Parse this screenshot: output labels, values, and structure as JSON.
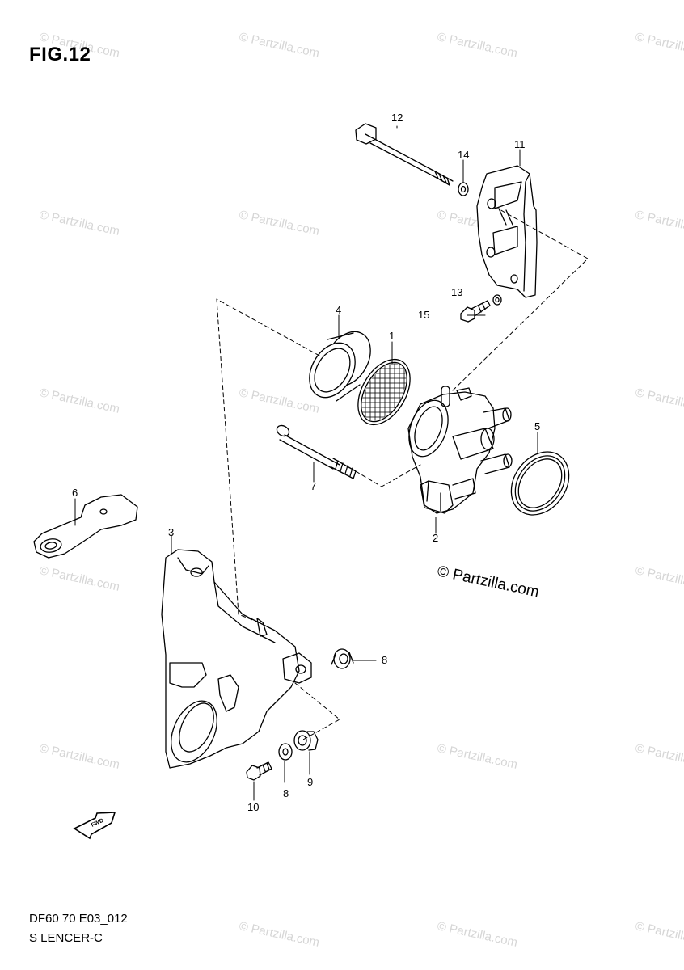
{
  "header": {
    "figure_title": "FIG.12"
  },
  "footer": {
    "diagram_code": "DF60 70 E03_012",
    "diagram_name": "S LENCER-C"
  },
  "watermark": {
    "small_text": "© Partzilla.com",
    "main_text": "© Partzilla.com",
    "color": "#d6d6d6"
  },
  "callouts": [
    {
      "id": "c1",
      "label": "1"
    },
    {
      "id": "c2",
      "label": "2"
    },
    {
      "id": "c3",
      "label": "3"
    },
    {
      "id": "c4",
      "label": "4"
    },
    {
      "id": "c5",
      "label": "5"
    },
    {
      "id": "c6",
      "label": "6"
    },
    {
      "id": "c7",
      "label": "7"
    },
    {
      "id": "c8a",
      "label": "8"
    },
    {
      "id": "c8b",
      "label": "8"
    },
    {
      "id": "c9",
      "label": "9"
    },
    {
      "id": "c10",
      "label": "10"
    },
    {
      "id": "c11",
      "label": "11"
    },
    {
      "id": "c12",
      "label": "12"
    },
    {
      "id": "c13",
      "label": "13"
    },
    {
      "id": "c14",
      "label": "14"
    },
    {
      "id": "c15",
      "label": "15"
    }
  ],
  "fwd_icon": {
    "name": "forward-arrow-icon",
    "label": "FWD"
  }
}
